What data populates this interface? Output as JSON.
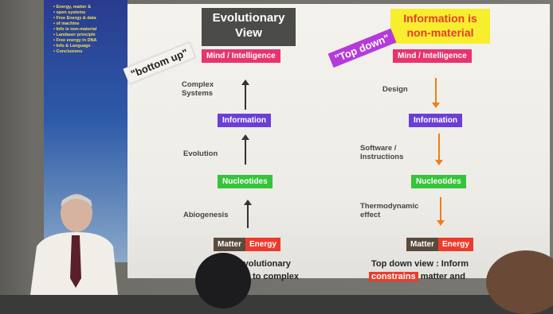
{
  "sidebar": {
    "items": [
      "Energy, matter &",
      "open systems",
      "Free Energy & data",
      "of machine",
      "Info is non-material",
      "Landauer principle",
      "Free energy in DNA",
      "Info & Language",
      "Conclusions"
    ]
  },
  "slide": {
    "left_title": "Evolutionary View",
    "right_title": "Information is non-material",
    "bottom_up_tag": "\"bottom up\"",
    "top_down_tag": "\"Top down\"",
    "left_column": {
      "top": "Mind / Intelligence",
      "middle": "Information",
      "lower": "Nucleotides",
      "base_matter": "Matter",
      "base_energy": "Energy",
      "label_1": "Complex Systems",
      "label_2": "Evolution",
      "label_3": "Abiogenesis",
      "caption": "up evolutionary",
      "caption_2": "ple to complex"
    },
    "right_column": {
      "top": "Mind / Intelligence",
      "middle": "Information",
      "lower": "Nucleotides",
      "base_matter": "Matter",
      "base_energy": "Energy",
      "label_1": "Design",
      "label_2": "Software / Instructions",
      "label_3": "Thermodynamic effect",
      "caption_1": "Top down view : Inform",
      "caption_constrains": "constrains",
      "caption_2": " matter and"
    }
  },
  "colors": {
    "pink": "#e8336f",
    "purple": "#6b3fd6",
    "green": "#35c43a",
    "orange_arrow": "#ef7d1a",
    "energy_red": "#ec3b2a",
    "title_yellow": "#f7ee2e"
  }
}
